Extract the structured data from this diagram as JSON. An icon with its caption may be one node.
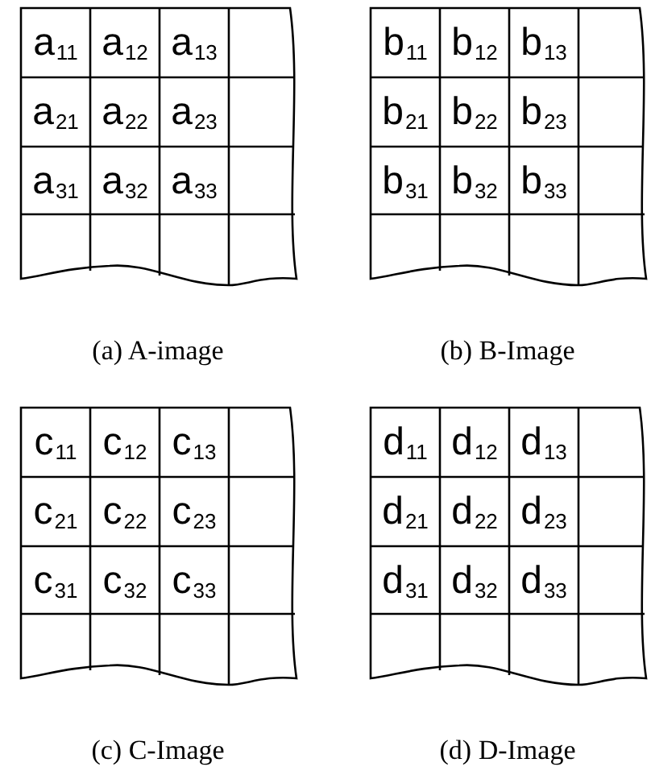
{
  "diagram": {
    "nodes": [
      {
        "text": [],
        "shape": "grid",
        "beside": [
          "(a) A-image"
        ]
      },
      {
        "text": [
          "a$_{11}$"
        ],
        "in": 0
      },
      {
        "text": [
          "a$_{12}$"
        ],
        "in": 0
      },
      {
        "text": [
          "a$_{13}$"
        ],
        "in": 0
      },
      {
        "text": [
          "a$_{21}$"
        ],
        "in": 0
      },
      {
        "text": [
          "a$_{22}$"
        ],
        "in": 0
      },
      {
        "text": [
          "a$_{23}$"
        ],
        "in": 0
      },
      {
        "text": [
          "a$_{31}$"
        ],
        "in": 0
      },
      {
        "text": [
          "a$_{32}$"
        ],
        "in": 0
      },
      {
        "text": [
          "a$_{33}$"
        ],
        "in": 0
      },
      {
        "text": [],
        "shape": "grid",
        "beside": [
          "(b) B-Image"
        ]
      },
      {
        "text": [
          "b$_{11}$"
        ],
        "in": 10
      },
      {
        "text": [
          "b$_{12}$"
        ],
        "in": 10
      },
      {
        "text": [
          "b$_{13}$"
        ],
        "in": 10
      },
      {
        "text": [
          "b$_{21}$"
        ],
        "in": 10
      },
      {
        "text": [
          "b$_{22}$"
        ],
        "in": 10
      },
      {
        "text": [
          "b$_{23}$"
        ],
        "in": 10
      },
      {
        "text": [
          "b$_{31}$"
        ],
        "in": 10
      },
      {
        "text": [
          "b$_{32}$"
        ],
        "in": 10
      },
      {
        "text": [
          "b$_{33}$"
        ],
        "in": 10
      },
      {
        "text": [],
        "shape": "grid",
        "beside": [
          "(c) C-Image"
        ]
      },
      {
        "text": [
          "c$_{11}$"
        ],
        "in": 20
      },
      {
        "text": [
          "c$_{12}$"
        ],
        "in": 20
      },
      {
        "text": [
          "c$_{13}$"
        ],
        "in": 20
      },
      {
        "text": [
          "c$_{21}$"
        ],
        "in": 20
      },
      {
        "text": [
          "c$_{22}$"
        ],
        "in": 20
      },
      {
        "text": [
          "c$_{23}$"
        ],
        "in": 20
      },
      {
        "text": [
          "c$_{31}$"
        ],
        "in": 20
      },
      {
        "text": [
          "c$_{32}$"
        ],
        "in": 20
      },
      {
        "text": [
          "c$_{33}$"
        ],
        "in": 20
      },
      {
        "text": [],
        "shape": "grid",
        "beside": [
          "(d) D-Image"
        ]
      },
      {
        "text": [
          "d$_{11}$"
        ],
        "in": 30
      },
      {
        "text": [
          "d$_{12}$"
        ],
        "in": 30
      },
      {
        "text": [
          "d$_{13}$"
        ],
        "in": 30
      },
      {
        "text": [
          "d$_{21}$"
        ],
        "in": 30
      },
      {
        "text": [
          "d$_{22}$"
        ],
        "in": 30
      },
      {
        "text": [
          "d$_{23}$"
        ],
        "in": 30
      },
      {
        "text": [
          "d$_{31}$"
        ],
        "in": 30
      },
      {
        "text": [
          "d$_{32}$"
        ],
        "in": 30
      },
      {
        "text": [
          "d$_{33}$"
        ],
        "in": 30
      }
    ]
  }
}
